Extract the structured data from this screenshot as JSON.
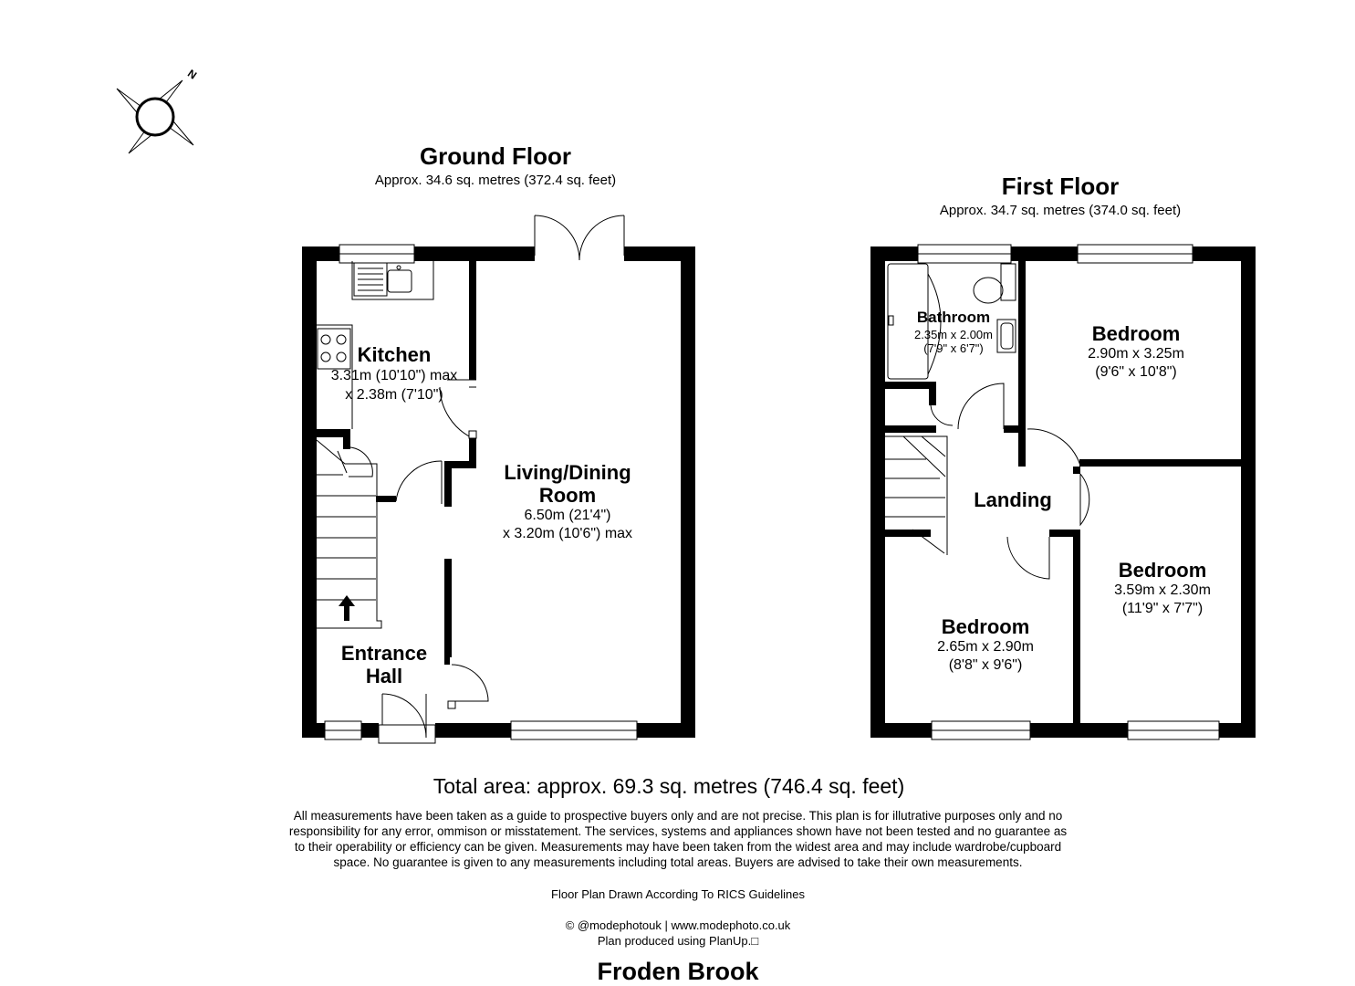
{
  "compass": {
    "icon": "compass-icon",
    "label": "N"
  },
  "ground_floor": {
    "title": "Ground Floor",
    "area": "Approx. 34.6 sq. metres (372.4 sq. feet)",
    "rooms": {
      "kitchen": {
        "name": "Kitchen",
        "dim1": "3.31m (10'10\") max",
        "dim2": "x 2.38m (7'10\")"
      },
      "living": {
        "name1": "Living/Dining",
        "name2": "Room",
        "dim1": "6.50m (21'4\")",
        "dim2": "x 3.20m (10'6\") max"
      },
      "hall": {
        "name1": "Entrance",
        "name2": "Hall"
      }
    }
  },
  "first_floor": {
    "title": "First Floor",
    "area": "Approx. 34.7 sq. metres (374.0 sq. feet)",
    "rooms": {
      "bathroom": {
        "name": "Bathroom",
        "dim1": "2.35m x 2.00m",
        "dim2": "(7'9\" x 6'7\")"
      },
      "bedroom1": {
        "name": "Bedroom",
        "dim1": "2.90m x 3.25m",
        "dim2": "(9'6\" x 10'8\")"
      },
      "landing": {
        "name": "Landing"
      },
      "bedroom2": {
        "name": "Bedroom",
        "dim1": "3.59m x 2.30m",
        "dim2": "(11'9\" x 7'7\")"
      },
      "bedroom3": {
        "name": "Bedroom",
        "dim1": "2.65m x 2.90m",
        "dim2": "(8'8\" x 9'6\")"
      }
    }
  },
  "footer": {
    "total": "Total area: approx. 69.3 sq. metres (746.4 sq. feet)",
    "disclaimer_lines": [
      "All measurements have been taken as a guide to prospective buyers only and are not precise. This plan is for illutrative purposes only and no",
      "responsibility for any error, ommison or misstatement. The services, systems and appliances shown have not been tested and no guarantee as",
      "to their operability or efficiency can be given. Measurements may have been taken from the widest area and may include wardrobe/cupboard",
      "space. No guarantee is given to any measurements including total areas. Buyers are advised to take their own measurements."
    ],
    "rics": "Floor Plan Drawn According To RICS Guidelines",
    "credit": "© @modephotouk | www.modephoto.co.uk",
    "produced": "Plan  produced  using  PlanUp.□",
    "property_name": "Froden Brook"
  }
}
